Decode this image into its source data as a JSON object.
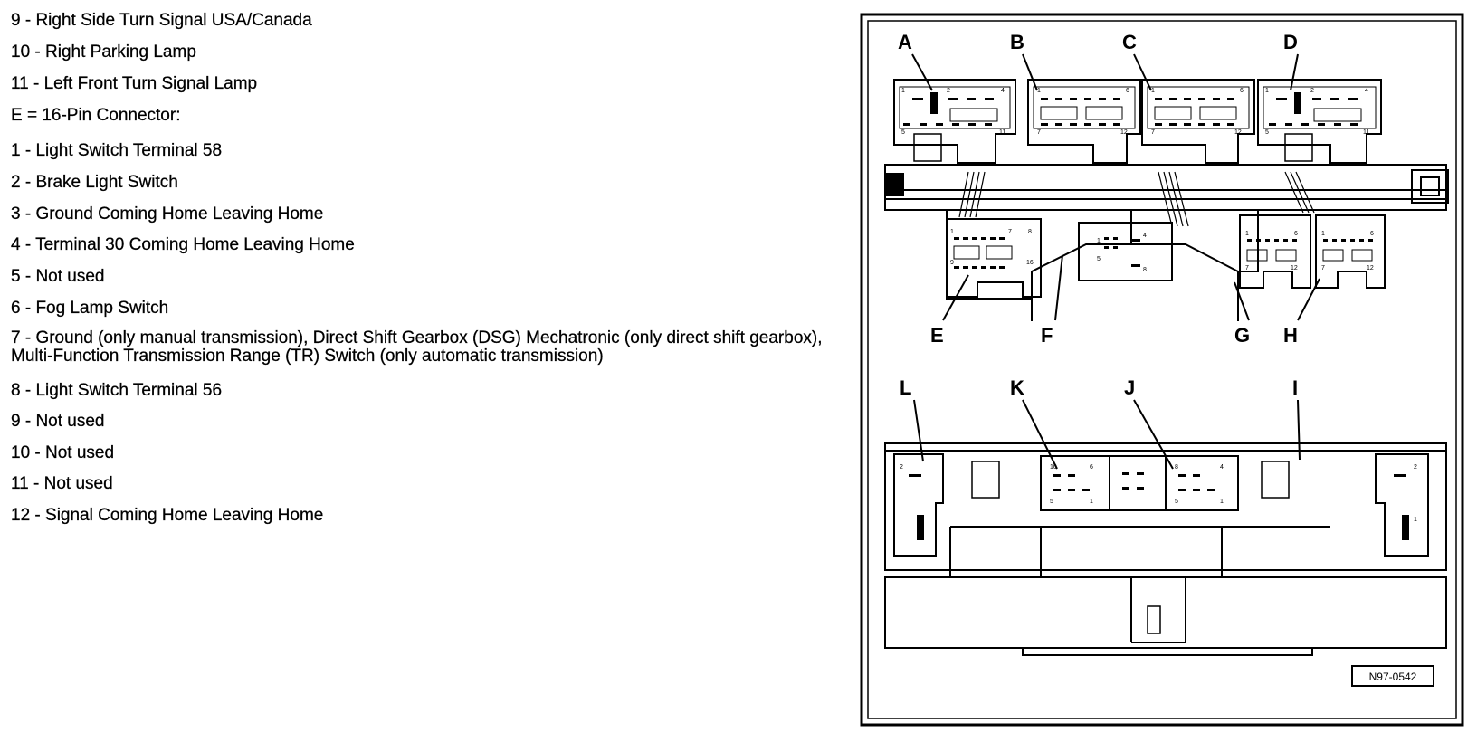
{
  "legend": {
    "items": [
      "9 - Right Side Turn Signal USA/Canada",
      "10 - Right Parking Lamp",
      "11 - Left Front Turn Signal Lamp",
      "E = 16-Pin Connector:",
      "1 - Light Switch Terminal 58",
      "2 - Brake Light Switch",
      "3 - Ground Coming Home Leaving Home",
      "4 - Terminal 30 Coming Home Leaving Home",
      "5 - Not used",
      "6 - Fog Lamp Switch",
      "7 - Ground (only manual transmission), Direct Shift Gearbox (DSG) Mechatronic (only direct shift gearbox), Multi-Function Transmission Range (TR) Switch (only automatic transmission)",
      "8 - Light Switch Terminal 56",
      "9 - Not used",
      "10 - Not used",
      "11 - Not used",
      "12 - Signal Coming Home Leaving Home"
    ]
  },
  "diagram": {
    "connector_labels": {
      "A": "A",
      "B": "B",
      "C": "C",
      "D": "D",
      "E": "E",
      "F": "F",
      "G": "G",
      "H": "H",
      "I": "I",
      "J": "J",
      "K": "K",
      "L": "L"
    },
    "pin_labels": {
      "A": [
        "1",
        "2",
        "4",
        "5",
        "11"
      ],
      "B": [
        "1",
        "6",
        "7",
        "12"
      ],
      "C": [
        "1",
        "6",
        "7",
        "12"
      ],
      "D": [
        "1",
        "2",
        "4",
        "5",
        "11"
      ],
      "E": [
        "1",
        "7",
        "8",
        "9",
        "16"
      ],
      "F": [
        "1",
        "4",
        "5",
        "8"
      ],
      "G": [
        "1",
        "6",
        "7",
        "12"
      ],
      "H": [
        "1",
        "6",
        "7",
        "12"
      ],
      "K": [
        "10",
        "6",
        "5",
        "1"
      ],
      "J": [
        "8",
        "4",
        "5",
        "1"
      ],
      "L": [
        "2"
      ],
      "I": [
        "2",
        "1"
      ]
    },
    "figure_code": "N97-0542"
  }
}
